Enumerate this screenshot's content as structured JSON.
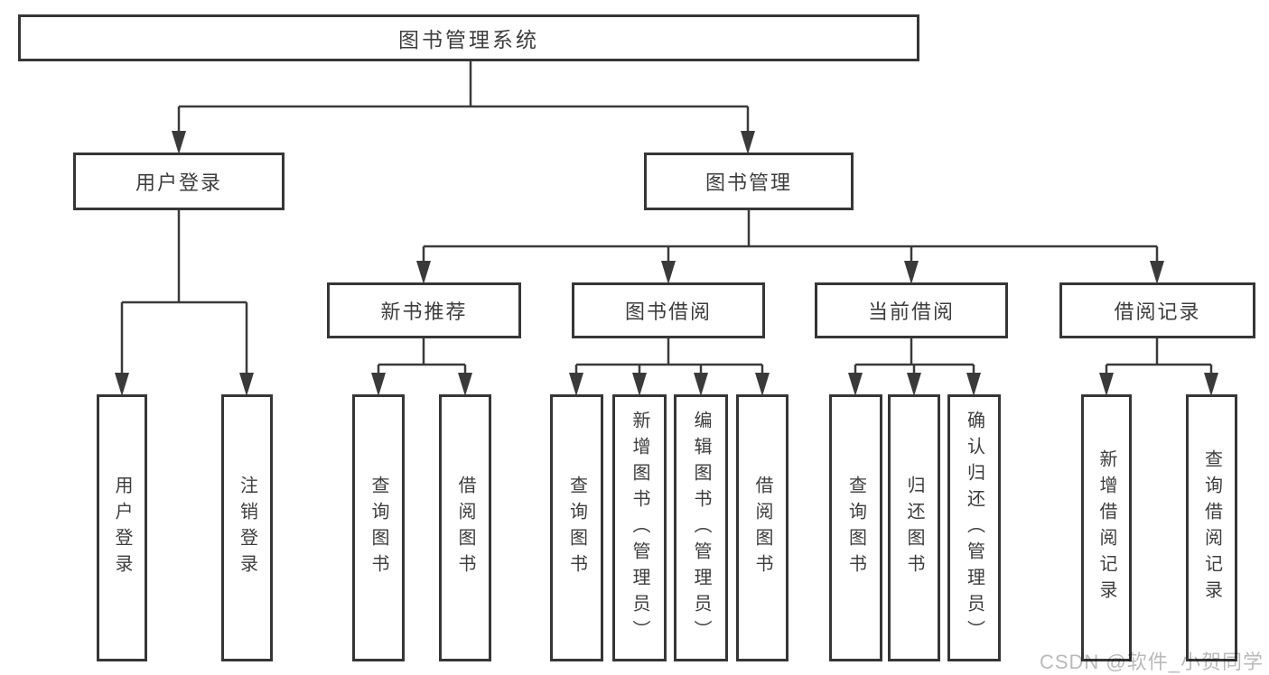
{
  "colors": {
    "line": "#3a3a3a",
    "border": "#363636",
    "text": "#3d3d3d",
    "background": "#ffffff",
    "watermark_text_color": "#b9b9b9"
  },
  "diagram": {
    "title": "图书管理系统",
    "level2": {
      "user_login_group": "用户登录",
      "book_mgmt": "图书管理"
    },
    "level3": {
      "new_books": "新书推荐",
      "book_borrow": "图书借阅",
      "current_borrow": "当前借阅",
      "borrow_records": "借阅记录"
    },
    "leaves": {
      "user_login": "用户登录",
      "logout": "注销登录",
      "nb_query": "查询图书",
      "nb_borrow": "借阅图书",
      "bb_query": "查询图书",
      "bb_add": "新增图书（管理员）",
      "bb_edit": "编辑图书（管理员）",
      "bb_borrow": "借阅图书",
      "cb_query": "查询图书",
      "cb_return": "归还图书",
      "cb_confirm": "确认归还（管理员）",
      "br_add": "新增借阅记录",
      "br_query": "查询借阅记录"
    }
  },
  "watermark": {
    "text": "CSDN @软件_小贺同学"
  }
}
